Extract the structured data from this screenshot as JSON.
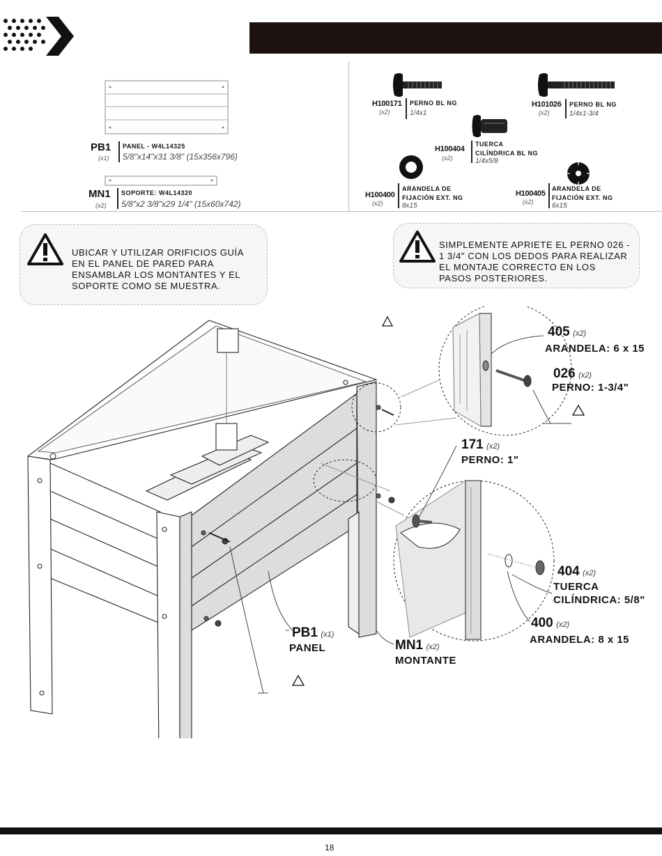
{
  "header": {
    "logo_icon": "brand-chevron-dots-logo"
  },
  "parts": {
    "panel": {
      "code": "PB1",
      "qty": "(x1)",
      "name": "PANEL - W4L14325",
      "dims": "5/8\"x14\"x31 3/8\" (15x356x796)"
    },
    "support": {
      "code": "MN1",
      "qty": "(x2)",
      "name": "SOPORTE: W4L14320",
      "dims": "5/8\"x2 3/8\"x29 1/4\" (15x60x742)"
    }
  },
  "hardware": {
    "h171": {
      "code": "H100171",
      "qty": "(x2)",
      "name": "PERNO BL NG",
      "size": "1/4x1"
    },
    "h026": {
      "code": "H101026",
      "qty": "(x2)",
      "name": "PERNO BL NG",
      "size": "1/4x1-3/4"
    },
    "h404": {
      "code": "H100404",
      "qty": "(x2)",
      "name1": "TUERCA",
      "name2": "CILÍNDRICA BL NG",
      "size": "1/4x5/8"
    },
    "h400": {
      "code": "H100400",
      "qty": "(x2)",
      "name1": "ARANDELA DE",
      "name2": "FIJACIÓN EXT. NG",
      "size": "8x15"
    },
    "h405": {
      "code": "H100405",
      "qty": "(x2)",
      "name1": "ARANDELA DE",
      "name2": "FIJACIÓN EXT. NG",
      "size": "6x15"
    }
  },
  "warnings": {
    "left": [
      "UBICAR Y UTILIZAR ORIFICIOS GUÍA",
      "EN EL PANEL DE PARED PARA",
      "ENSAMBLAR LOS MONTANTES Y EL",
      "SOPORTE COMO SE MUESTRA."
    ],
    "right": [
      "SIMPLEMENTE APRIETE EL PERNO 026 -",
      "1 3/4\" CON LOS DEDOS PARA REALIZAR",
      "EL MONTAJE CORRECTO EN LOS",
      "PASOS POSTERIORES."
    ],
    "icon": "warning-triangle-icon"
  },
  "callouts": {
    "c405": {
      "num": "405",
      "qty": "(x2)",
      "label": "ARANDELA: 6 x 15"
    },
    "c026": {
      "num": "026",
      "qty": "(x2)",
      "label": "PERNO: 1-3/4\""
    },
    "c171": {
      "num": "171",
      "qty": "(x2)",
      "label": "PERNO: 1\""
    },
    "c404": {
      "num": "404",
      "qty": "(x2)",
      "label1": "TUERCA",
      "label2": "CILÍNDRICA: 5/8\""
    },
    "c400": {
      "num": "400",
      "qty": "(x2)",
      "label": "ARANDELA: 8 x 15"
    },
    "pb1": {
      "num": "PB1",
      "qty": "(x1)",
      "label": "PANEL"
    },
    "mn1": {
      "num": "MN1",
      "qty": "(x2)",
      "label": "MONTANTE"
    }
  },
  "footer": {
    "page_number": "18"
  }
}
